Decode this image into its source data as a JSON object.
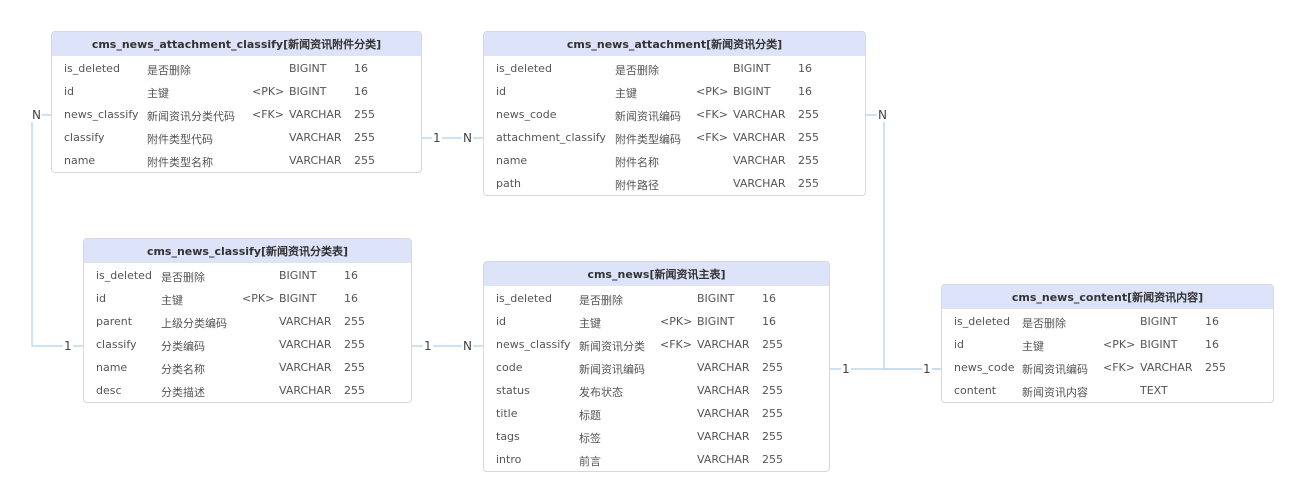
{
  "line_color": "#bcd9f2",
  "header_color": "#dde3f8",
  "entities": {
    "attachment_classify": {
      "title": "cms_news_attachment_classify[新闻资讯附件分类]",
      "rows": [
        {
          "name": "is_deleted",
          "comment": "是否删除",
          "key": "",
          "type": "BIGINT",
          "len": "16"
        },
        {
          "name": "id",
          "comment": "主键",
          "key": "<PK>",
          "type": "BIGINT",
          "len": "16"
        },
        {
          "name": "news_classify",
          "comment": "新闻资讯分类代码",
          "key": "<FK>",
          "type": "VARCHAR",
          "len": "255"
        },
        {
          "name": "classify",
          "comment": "附件类型代码",
          "key": "",
          "type": "VARCHAR",
          "len": "255"
        },
        {
          "name": "name",
          "comment": "附件类型名称",
          "key": "",
          "type": "VARCHAR",
          "len": "255"
        }
      ]
    },
    "attachment": {
      "title": "cms_news_attachment[新闻资讯分类]",
      "rows": [
        {
          "name": "is_deleted",
          "comment": "是否删除",
          "key": "",
          "type": "BIGINT",
          "len": "16"
        },
        {
          "name": "id",
          "comment": "主键",
          "key": "<PK>",
          "type": "BIGINT",
          "len": "16"
        },
        {
          "name": "news_code",
          "comment": "新闻资讯编码",
          "key": "<FK>",
          "type": "VARCHAR",
          "len": "255"
        },
        {
          "name": "attachment_classify",
          "comment": "附件类型编码",
          "key": "<FK>",
          "type": "VARCHAR",
          "len": "255"
        },
        {
          "name": "name",
          "comment": "附件名称",
          "key": "",
          "type": "VARCHAR",
          "len": "255"
        },
        {
          "name": "path",
          "comment": "附件路径",
          "key": "",
          "type": "VARCHAR",
          "len": "255"
        }
      ]
    },
    "classify": {
      "title": "cms_news_classify[新闻资讯分类表]",
      "rows": [
        {
          "name": "is_deleted",
          "comment": "是否删除",
          "key": "",
          "type": "BIGINT",
          "len": "16"
        },
        {
          "name": "id",
          "comment": "主键",
          "key": "<PK>",
          "type": "BIGINT",
          "len": "16"
        },
        {
          "name": "parent",
          "comment": "上级分类编码",
          "key": "",
          "type": "VARCHAR",
          "len": "255"
        },
        {
          "name": "classify",
          "comment": "分类编码",
          "key": "",
          "type": "VARCHAR",
          "len": "255"
        },
        {
          "name": "name",
          "comment": "分类名称",
          "key": "",
          "type": "VARCHAR",
          "len": "255"
        },
        {
          "name": "desc",
          "comment": "分类描述",
          "key": "",
          "type": "VARCHAR",
          "len": "255"
        }
      ]
    },
    "news": {
      "title": "cms_news[新闻资讯主表]",
      "rows": [
        {
          "name": "is_deleted",
          "comment": "是否删除",
          "key": "",
          "type": "BIGINT",
          "len": "16"
        },
        {
          "name": "id",
          "comment": "主键",
          "key": "<PK>",
          "type": "BIGINT",
          "len": "16"
        },
        {
          "name": "news_classify",
          "comment": "新闻资讯分类",
          "key": "<FK>",
          "type": "VARCHAR",
          "len": "255"
        },
        {
          "name": "code",
          "comment": "新闻资讯编码",
          "key": "",
          "type": "VARCHAR",
          "len": "255"
        },
        {
          "name": "status",
          "comment": "发布状态",
          "key": "",
          "type": "VARCHAR",
          "len": "255"
        },
        {
          "name": "title",
          "comment": "标题",
          "key": "",
          "type": "VARCHAR",
          "len": "255"
        },
        {
          "name": "tags",
          "comment": "标签",
          "key": "",
          "type": "VARCHAR",
          "len": "255"
        },
        {
          "name": "intro",
          "comment": "前言",
          "key": "",
          "type": "VARCHAR",
          "len": "255"
        }
      ]
    },
    "content": {
      "title": "cms_news_content[新闻资讯内容]",
      "rows": [
        {
          "name": "is_deleted",
          "comment": "是否删除",
          "key": "",
          "type": "BIGINT",
          "len": "16"
        },
        {
          "name": "id",
          "comment": "主键",
          "key": "<PK>",
          "type": "BIGINT",
          "len": "16"
        },
        {
          "name": "news_code",
          "comment": "新闻资讯编码",
          "key": "<FK>",
          "type": "VARCHAR",
          "len": "255"
        },
        {
          "name": "content",
          "comment": "新闻资讯内容",
          "key": "",
          "type": "TEXT",
          "len": ""
        }
      ]
    }
  },
  "relations": {
    "classify_to_attachment_classify": {
      "one": "1",
      "many": "N"
    },
    "attachment_classify_to_attachment": {
      "one": "1",
      "many": "N"
    },
    "classify_to_news": {
      "one": "1",
      "many": "N"
    },
    "content_to_attachment": {
      "one": "1",
      "many": "N"
    },
    "news_to_content": {
      "one": "1",
      "one_b": "1"
    }
  }
}
